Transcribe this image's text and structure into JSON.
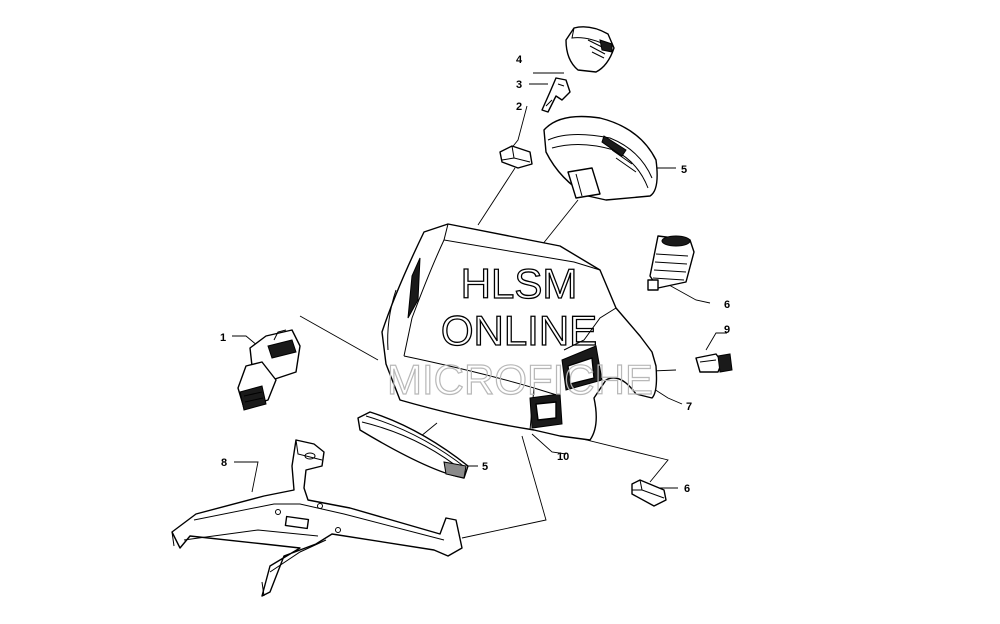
{
  "callouts": {
    "c1": "1",
    "c2": "2",
    "c3": "3",
    "c4": "4",
    "c5a": "5",
    "c5b": "5",
    "c6a": "6",
    "c6b": "6",
    "c7": "7",
    "c8": "8",
    "c9": "9",
    "c10": "10"
  },
  "watermark": {
    "line1": "HLSM",
    "line2": "ONLINE",
    "line3": "MICROFICHE"
  }
}
